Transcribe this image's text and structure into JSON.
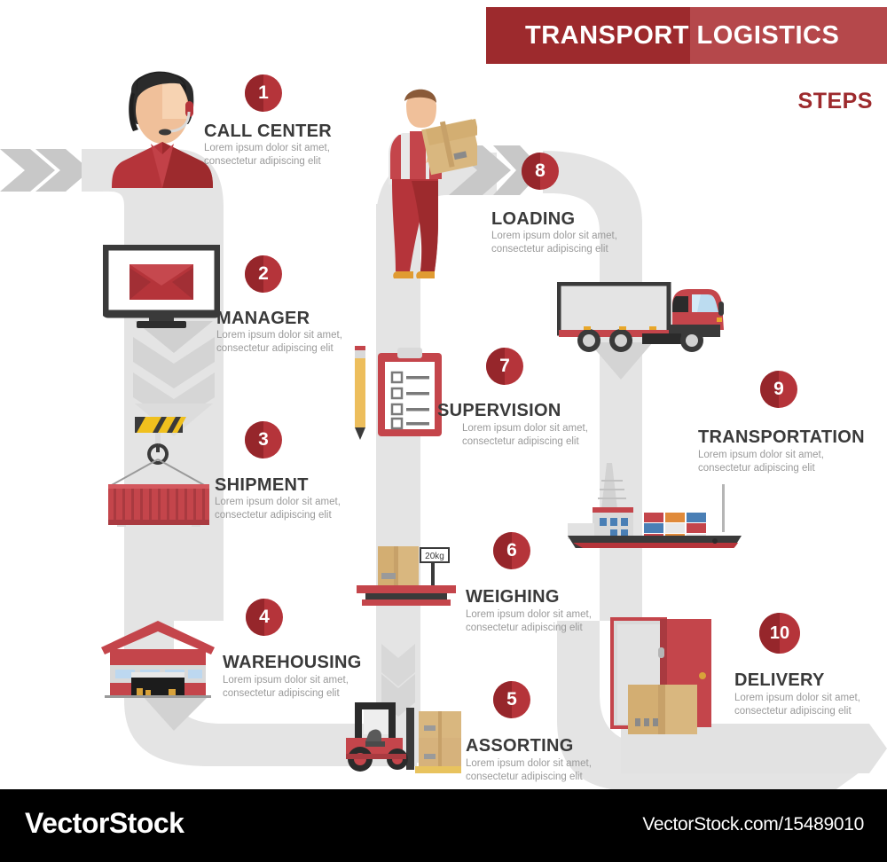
{
  "header": {
    "title": "TRANSPORT LOGISTICS",
    "subtitle": "STEPS",
    "banner_dark": "#9d2a2d",
    "banner_light": "#b5484b"
  },
  "theme": {
    "accent_red": "#b5343a",
    "accent_dark_red": "#96262b",
    "flow_gray": "#e2e2e2",
    "chevron_gray": "#c8c8c8",
    "title_color": "#3a3a3a",
    "desc_color": "#9a9a9a"
  },
  "lorem": "Lorem ipsum dolor sit amet, consectetur adipiscing elit",
  "steps": [
    {
      "number": "1",
      "title": "CALL CENTER",
      "desc": "Lorem ipsum dolor sit amet, consectetur adipiscing elit",
      "icon": "call-center-operator-icon"
    },
    {
      "number": "2",
      "title": "MANAGER",
      "desc": "Lorem ipsum dolor sit amet, consectetur adipiscing elit",
      "icon": "monitor-email-icon"
    },
    {
      "number": "3",
      "title": "SHIPMENT",
      "desc": "Lorem ipsum dolor sit amet, consectetur adipiscing elit",
      "icon": "crane-container-icon"
    },
    {
      "number": "4",
      "title": "WAREHOUSING",
      "desc": "Lorem ipsum dolor sit amet, consectetur adipiscing elit",
      "icon": "warehouse-icon"
    },
    {
      "number": "5",
      "title": "ASSORTING",
      "desc": "Lorem ipsum dolor sit amet, consectetur adipiscing elit",
      "icon": "forklift-icon"
    },
    {
      "number": "6",
      "title": "WEIGHING",
      "desc": "Lorem ipsum dolor sit amet, consectetur adipiscing elit",
      "icon": "weighing-scale-icon"
    },
    {
      "number": "7",
      "title": "SUPERVISION",
      "desc": "Lorem ipsum dolor sit amet, consectetur adipiscing elit",
      "icon": "clipboard-checklist-icon"
    },
    {
      "number": "8",
      "title": "LOADING",
      "desc": "Lorem ipsum dolor sit amet, consectetur adipiscing elit",
      "icon": "worker-carrying-box-icon"
    },
    {
      "number": "9",
      "title": "TRANSPORTATION",
      "desc": "Lorem ipsum dolor sit amet, consectetur adipiscing elit",
      "icon": "truck-and-ship-icon"
    },
    {
      "number": "10",
      "title": "DELIVERY",
      "desc": "Lorem ipsum dolor sit amet, consectetur adipiscing elit",
      "icon": "door-parcel-icon"
    }
  ],
  "scale": {
    "weight_label": "20kg"
  },
  "watermark": {
    "brand": "VectorStock",
    "url": "VectorStock.com/15489010"
  }
}
